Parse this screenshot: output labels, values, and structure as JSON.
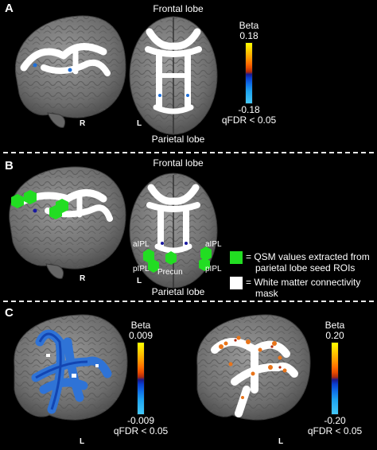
{
  "colors": {
    "background": "#000000",
    "brain": "#7a7a7a",
    "white_matter": "#ffffff",
    "seed_roi": "#22dd22",
    "colorbar_top": "#ffff00",
    "colorbar_bottom": "#44c8f8"
  },
  "panels": {
    "a": {
      "letter": "A",
      "side_label": "R",
      "top_view_lr": "L",
      "frontal": "Frontal lobe",
      "parietal": "Parietal lobe",
      "colorbar": {
        "title": "Beta",
        "max": "0.18",
        "min": "-0.18",
        "threshold": "qFDR < 0.05"
      }
    },
    "b": {
      "letter": "B",
      "side_label": "R",
      "top_view_lr": "L",
      "frontal": "Frontal lobe",
      "parietal": "Parietal lobe",
      "roi_labels": {
        "aipl_left": "aIPL",
        "aipl_right": "aIPL",
        "pipl_left": "pIPL",
        "pipl_right": "pIPL",
        "precun": "Precun"
      },
      "legend": {
        "qsm_line1": "= QSM values extracted from",
        "qsm_line2": "parietal lobe seed ROIs",
        "wm_line1": "= White matter connectivity",
        "wm_line2": "mask"
      }
    },
    "c": {
      "letter": "C",
      "left_lr": "L",
      "right_lr": "L",
      "colorbar_left": {
        "title": "Beta",
        "max": "0.009",
        "min": "-0.009",
        "threshold": "qFDR < 0.05"
      },
      "colorbar_right": {
        "title": "Beta",
        "max": "0.20",
        "min": "-0.20",
        "threshold": "qFDR < 0.05"
      }
    }
  }
}
